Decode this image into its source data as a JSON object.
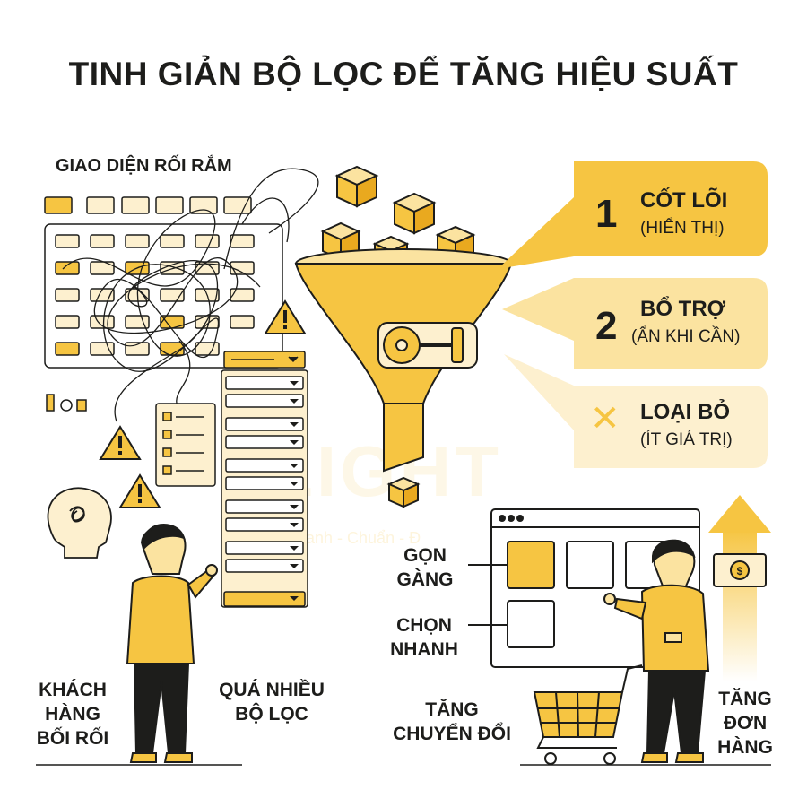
{
  "title": "TINH GIẢN BỘ LỌC ĐỂ TĂNG HIỆU SUẤT",
  "labels": {
    "messy_ui": "GIAO DIỆN RỐI RẮM",
    "confused_customer": "KHÁCH\nHÀNG\nBỐI RỐI",
    "too_many_filters": "QUÁ NHIỀU\nBỘ LỌC",
    "tidy": "GỌN\nGÀNG",
    "quick_pick": "CHỌN\nNHANH",
    "conversion": "TĂNG\nCHUYỂN ĐỔI",
    "orders": "TĂNG\nĐƠN\nHÀNG"
  },
  "panels": [
    {
      "number": "1",
      "title": "CỐT LÕI",
      "subtitle": "(HIỂN THỊ)",
      "color": "#f6c542"
    },
    {
      "number": "2",
      "title": "BỔ TRỢ",
      "subtitle": "(ẨN KHI CẦN)",
      "color": "#fbe3a0"
    },
    {
      "symbol": "✕",
      "title": "LOẠI BỎ",
      "subtitle": "(ÍT GIÁ TRỊ)",
      "color": "#fdf0cf"
    }
  ],
  "watermark": {
    "brand": "LIGHT",
    "tagline": "Nhanh - Chuẩn - Đ"
  },
  "colors": {
    "accent": "#f6c542",
    "accent_dark": "#e9a91f",
    "ink": "#1d1d1b",
    "light": "#fdf0cf"
  }
}
